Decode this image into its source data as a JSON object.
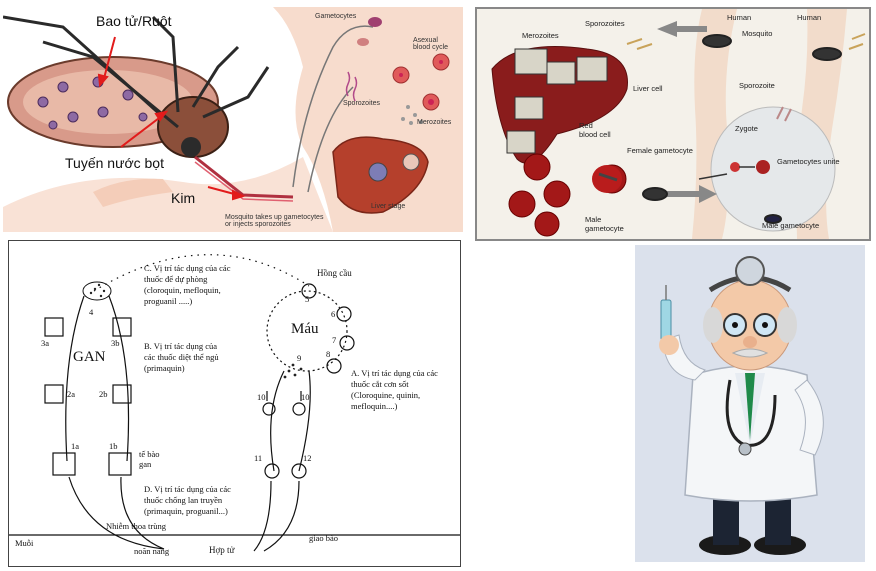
{
  "panel1": {
    "labels": {
      "bao_tu_ruot": "Bao tử/Ruột",
      "tuyen_nuoc_bot": "Tuyến nước bọt",
      "kim": "Kim",
      "gametocytes": "Gametocytes",
      "asexual_blood_cycle": "Asexual\nblood cycle",
      "sporozoites": "Sporozoites",
      "merozoites": "Merozoites",
      "liver_stage": "Liver stage",
      "caption": "Mosquito takes up gametocytes\nor injects sporozoites"
    }
  },
  "panel2": {
    "labels": {
      "merozoites": "Merozoites",
      "sporozoites": "Sporozoites",
      "human_1": "Human",
      "human_2": "Human",
      "mosquito": "Mosquito",
      "liver_cell": "Liver cell",
      "sporozoite": "Sporozoite",
      "zygote": "Zygote",
      "red_blood_cell": "Red\nblood cell",
      "female_gametocyte": "Female gametocyte",
      "gametocytes_unite": "Gametocytes unite",
      "male_gametocyte_1": "Male\ngametocyte",
      "male_gametocyte_2": "Male gametocyte"
    }
  },
  "panel3": {
    "labels": {
      "c_text": "C. Vị trí tác dụng của các\nthuốc để dự phòng\n(cloroquin, mefloquin,\nproguanil .....)",
      "hong_cau": "Hồng cầu",
      "gan": "GAN",
      "mau": "Máu",
      "b_text": "B. Vị trí tác dụng của\ncác thuốc diệt thể ngủ\n(primaquin)",
      "a_text": "A. Vị trí tác dụng của các\nthuốc cắt cơn sốt\n(Cloroquine, quinin,\nmefloquin....)",
      "te_bao_gan": "tế bào\ngan",
      "d_text": "D. Vị trí tác dụng của các\nthuốc chống lan truyền\n(primaquin, proguanil...)",
      "nhiem_thoa_trung": "Nhiễm thoa trùng",
      "giao_bao": "giao bào",
      "muoi": "Muỗi",
      "noan_nang": "noãn nang",
      "hop_tu": "Hợp tử",
      "n4": "4",
      "n3a": "3a",
      "n3b": "3b",
      "n2a": "2a",
      "n2b": "2b",
      "n1a": "1a",
      "n1b": "1b",
      "n5": "5",
      "n6": "6",
      "n7": "7",
      "n8": "8",
      "n9": "9",
      "n10a": "10",
      "n10b": "10",
      "n11": "11",
      "n12": "12"
    }
  },
  "panel4": {
    "description_colors": {
      "coat": "#f4f6f8",
      "tie": "#1f8a4a",
      "background": "#dbe1ec"
    }
  }
}
